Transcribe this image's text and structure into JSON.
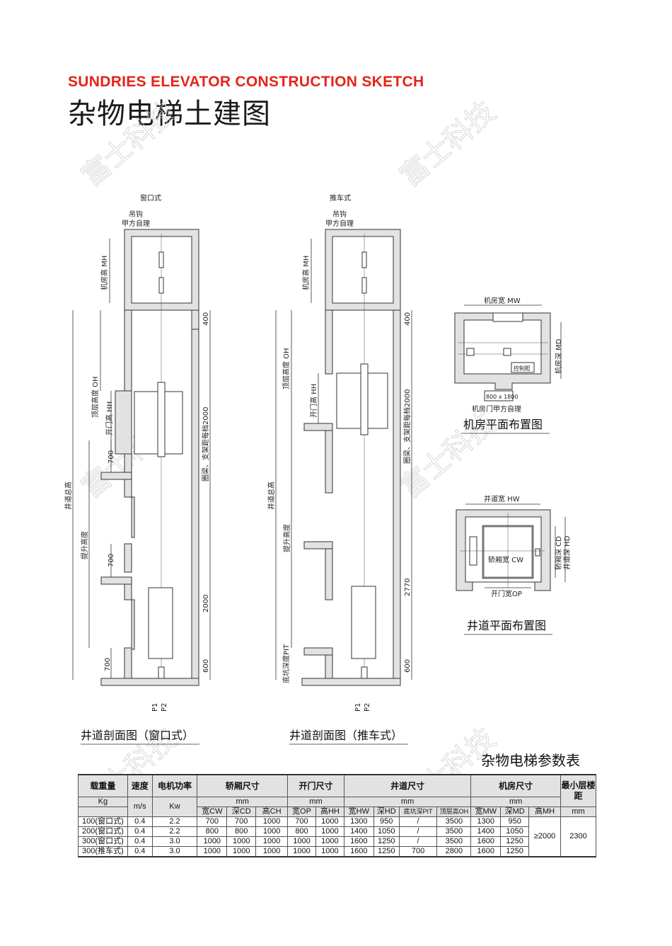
{
  "header": {
    "title_en": "SUNDRIES ELEVATOR CONSTRUCTION SKETCH",
    "title_cn": "杂物电梯土建图"
  },
  "watermark": "富士科技",
  "section_window": {
    "type_label": "窗口式",
    "hook": "吊钩",
    "owner": "甲方自理",
    "mh": "机房高 MH",
    "oh": "顶层高度 OH",
    "hh": "开门高 HH",
    "total": "井道总高",
    "travel": "提升高度",
    "d700a": "700",
    "d700b": "700",
    "d700c": "700",
    "d400": "400",
    "d2000": "2000",
    "d600": "600",
    "beam": "圈梁、支架距每档2000",
    "p1": "P1",
    "p2": "P2",
    "caption": "井道剖面图（窗口式）"
  },
  "section_cart": {
    "type_label": "推车式",
    "hook": "吊钩",
    "owner": "甲方自理",
    "mh": "机房高 MH",
    "oh": "顶层高度 OH",
    "hh": "开门高 HH",
    "total": "井道总高",
    "travel": "提升高度",
    "pit": "底坑深度PIT",
    "d400": "400",
    "d2770": "2770",
    "d600": "600",
    "beam": "圈梁、支架距每档2000",
    "p1": "P1",
    "p2": "P2",
    "caption": "井道剖面图（推车式）"
  },
  "machine_plan": {
    "mw": "机房宽 MW",
    "md": "机房深 MD",
    "cabinet": "控制柜",
    "door_size": "800 x 1800",
    "door_note": "机房门甲方自理",
    "caption": "机房平面布置图"
  },
  "shaft_plan": {
    "hw": "井道宽 HW",
    "cd": "轿厢深 CD",
    "hd": "井道深 HD",
    "cw": "轿厢宽 CW",
    "op": "开门宽OP",
    "caption": "井道平面布置图"
  },
  "table": {
    "title": "杂物电梯参数表",
    "headers": {
      "load": "载重量",
      "speed": "速度",
      "power": "电机功率",
      "car": "轿厢尺寸",
      "door": "开门尺寸",
      "shaft": "井道尺寸",
      "room": "机房尺寸",
      "floor": "最小层楼距"
    },
    "units": {
      "kg": "Kg",
      "ms": "m/s",
      "kw": "Kw",
      "mm": "mm"
    },
    "sub": [
      "宽CW",
      "深CD",
      "高CH",
      "宽OP",
      "高HH",
      "宽HW",
      "深HD",
      "底坑深PIT",
      "顶层高OH",
      "宽MW",
      "深MD",
      "高MH"
    ],
    "rows": [
      [
        "100(窗口式)",
        "0.4",
        "2.2",
        "700",
        "700",
        "1000",
        "700",
        "1000",
        "1300",
        "950",
        "/",
        "3500",
        "1300",
        "950"
      ],
      [
        "200(窗口式)",
        "0.4",
        "2.2",
        "800",
        "800",
        "1000",
        "800",
        "1000",
        "1400",
        "1050",
        "/",
        "3500",
        "1400",
        "1050"
      ],
      [
        "300(窗口式)",
        "0.4",
        "3.0",
        "1000",
        "1000",
        "1000",
        "1000",
        "1000",
        "1600",
        "1250",
        "/",
        "3500",
        "1600",
        "1250"
      ],
      [
        "300(推车式)",
        "0.4",
        "3.0",
        "1000",
        "1000",
        "1000",
        "1000",
        "1000",
        "1600",
        "1250",
        "700",
        "2800",
        "1600",
        "1250"
      ]
    ],
    "mh_value": "≥2000",
    "floor_value": "2300"
  }
}
